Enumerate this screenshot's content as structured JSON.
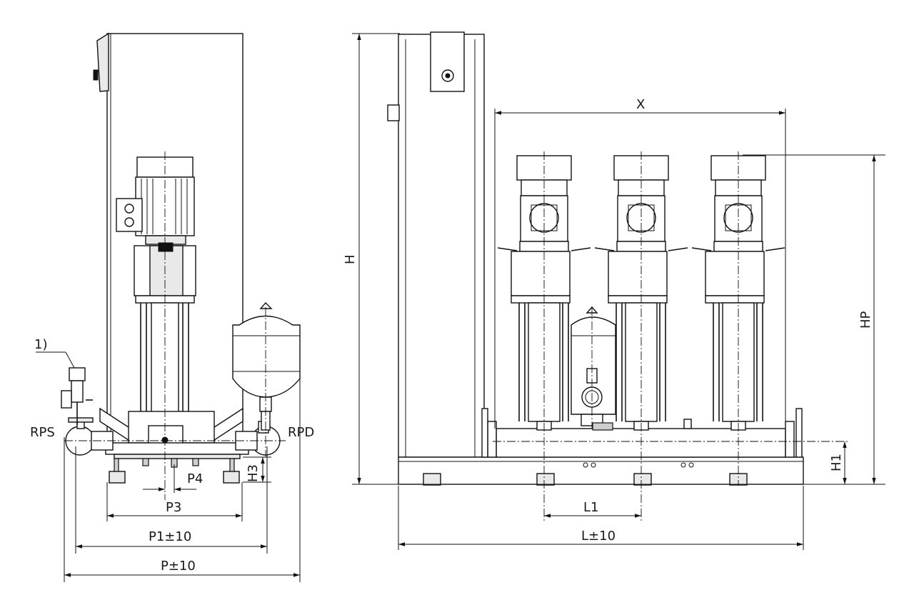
{
  "labels": {
    "note": "1)",
    "suction": "RPS",
    "discharge": "RPD",
    "H3": "H3",
    "P4": "P4",
    "P3": "P3",
    "P1": "P1±10",
    "P": "P±10",
    "H": "H",
    "X": "X",
    "HP": "HP",
    "H1": "H1",
    "L1": "L1",
    "L": "L±10"
  }
}
